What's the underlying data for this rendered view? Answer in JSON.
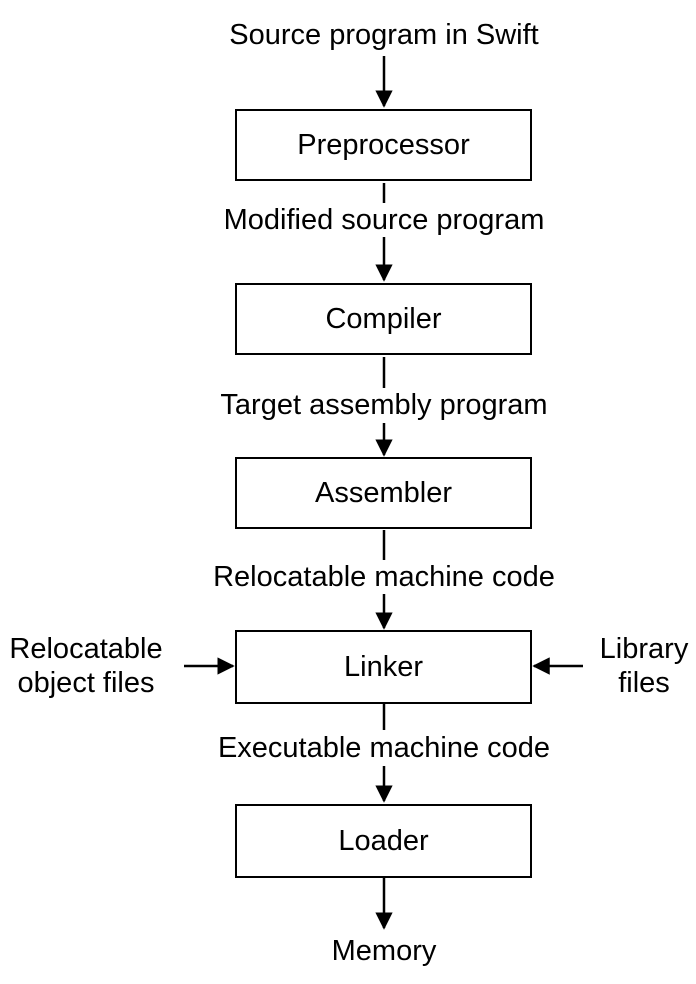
{
  "diagram": {
    "input_label": "Source program in Swift",
    "stages": [
      {
        "name": "Preprocessor",
        "output": "Modified source program"
      },
      {
        "name": "Compiler",
        "output": "Target assembly program"
      },
      {
        "name": "Assembler",
        "output": "Relocatable machine code"
      },
      {
        "name": "Linker",
        "output": "Executable machine code"
      },
      {
        "name": "Loader",
        "output": "Memory"
      }
    ],
    "left_input": {
      "line1": "Relocatable",
      "line2": "object files"
    },
    "right_input": {
      "line1": "Library",
      "line2": "files"
    }
  }
}
